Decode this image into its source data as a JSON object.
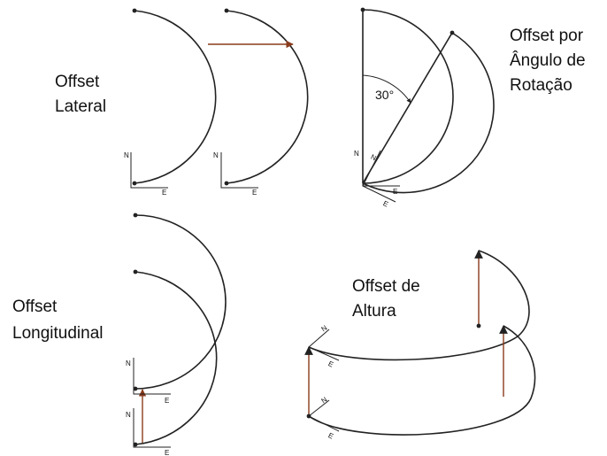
{
  "panels": {
    "lateral": {
      "label_line1": "Offset",
      "label_line2": "Lateral"
    },
    "rotation": {
      "label_line1": "Offset por",
      "label_line2": "Ângulo de",
      "label_line3": "Rotação",
      "angle": "30°"
    },
    "longitudinal": {
      "label_line1": "Offset",
      "label_line2": "Longitudinal"
    },
    "height": {
      "label_line1": "Offset de",
      "label_line2": "Altura"
    }
  },
  "axes": {
    "north": "N",
    "east": "E"
  },
  "colors": {
    "curve": "#222222",
    "offset_arrow": "#8a3b1c"
  }
}
